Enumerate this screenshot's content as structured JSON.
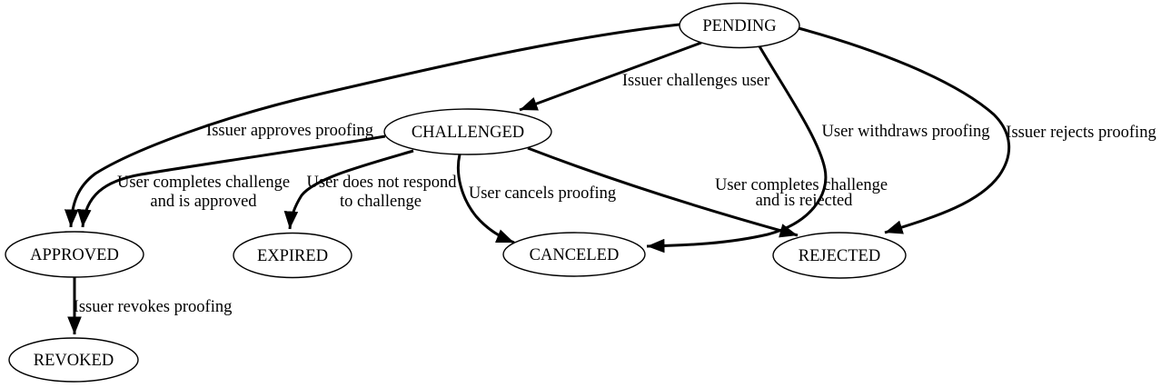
{
  "diagram": {
    "type": "state-machine",
    "colors": {
      "background": "#ffffff",
      "node_fill": "#ffffff",
      "stroke": "#000000",
      "text": "#000000"
    },
    "nodes": [
      {
        "id": "PENDING",
        "label": "PENDING"
      },
      {
        "id": "CHALLENGED",
        "label": "CHALLENGED"
      },
      {
        "id": "APPROVED",
        "label": "APPROVED"
      },
      {
        "id": "EXPIRED",
        "label": "EXPIRED"
      },
      {
        "id": "CANCELED",
        "label": "CANCELED"
      },
      {
        "id": "REJECTED",
        "label": "REJECTED"
      },
      {
        "id": "REVOKED",
        "label": "REVOKED"
      }
    ],
    "edges": [
      {
        "from": "PENDING",
        "to": "CHALLENGED",
        "label": "Issuer challenges user",
        "lines": [
          "Issuer challenges user"
        ]
      },
      {
        "from": "PENDING",
        "to": "APPROVED",
        "label": "Issuer approves proofing",
        "lines": [
          "Issuer approves proofing"
        ]
      },
      {
        "from": "PENDING",
        "to": "CANCELED",
        "label": "User withdraws proofing",
        "lines": [
          "User withdraws proofing"
        ]
      },
      {
        "from": "PENDING",
        "to": "REJECTED",
        "label": "Issuer rejects proofing",
        "lines": [
          "Issuer rejects proofing"
        ]
      },
      {
        "from": "CHALLENGED",
        "to": "APPROVED",
        "label": "User completes challenge and is approved",
        "lines": [
          "User completes challenge",
          "and is approved"
        ]
      },
      {
        "from": "CHALLENGED",
        "to": "EXPIRED",
        "label": "User does not respond to challenge",
        "lines": [
          "User does not respond",
          "to challenge"
        ]
      },
      {
        "from": "CHALLENGED",
        "to": "CANCELED",
        "label": "User cancels proofing",
        "lines": [
          "User cancels proofing"
        ]
      },
      {
        "from": "CHALLENGED",
        "to": "REJECTED",
        "label": "User completes challenge and is rejected",
        "lines": [
          "User completes challenge",
          "and is rejected"
        ]
      },
      {
        "from": "APPROVED",
        "to": "REVOKED",
        "label": "Issuer revokes proofing",
        "lines": [
          "Issuer revokes proofing"
        ]
      }
    ]
  }
}
